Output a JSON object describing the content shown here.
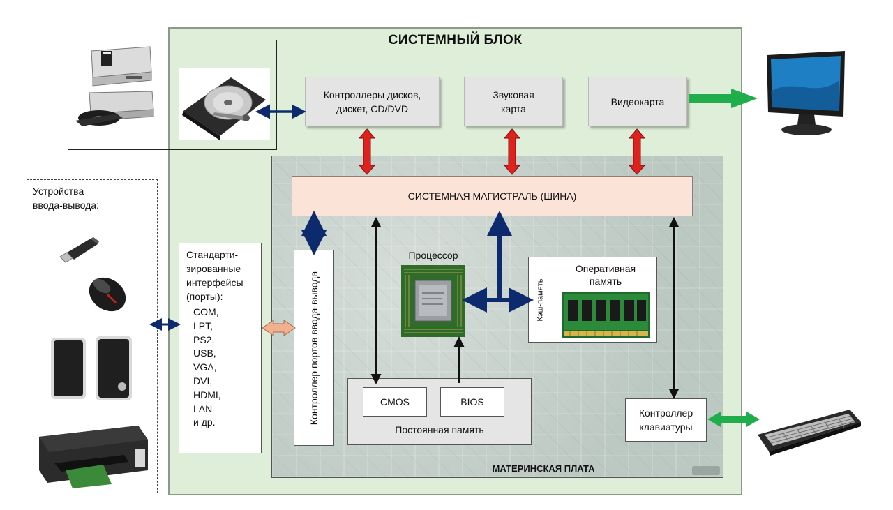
{
  "system_unit": {
    "title": "СИСТЕМНЫЙ БЛОК"
  },
  "motherboard": {
    "title": "МАТЕРИНСКАЯ ПЛАТА"
  },
  "expansion_cards": {
    "disk_controllers": {
      "line1": "Контроллеры дисков,",
      "line2": "дискет, CD/DVD"
    },
    "sound_card": {
      "line1": "Звуковая",
      "line2": "карта"
    },
    "video_card": {
      "label": "Видеокарта"
    }
  },
  "system_bus": {
    "label": "СИСТЕМНАЯ МАГИСТРАЛЬ (ШИНА)"
  },
  "port_controller": {
    "label": "Контроллер портов ввода-вывода"
  },
  "standard_interfaces": {
    "heading_lines": [
      "Стандарти-",
      "зированные",
      "интерфейсы",
      "(порты):"
    ],
    "ports": [
      "COM,",
      "LPT,",
      "PS2,",
      "USB,",
      "VGA,",
      "DVI,",
      "HDMI,",
      "LAN",
      "и др."
    ]
  },
  "processor": {
    "label": "Процессор"
  },
  "ram": {
    "cache_label": "Кэш-память",
    "line1": "Оперативная",
    "line2": "память"
  },
  "rom": {
    "label": "Постоянная память",
    "cmos": "CMOS",
    "bios": "BIOS"
  },
  "keyboard_controller": {
    "line1": "Контроллер",
    "line2": "клавиатуры"
  },
  "io_devices": {
    "line1": "Устройства",
    "line2": "ввода-вывода:"
  },
  "colors": {
    "red_arrow": "#e0221f",
    "navy_arrow": "#0d2a6e",
    "green_arrow": "#1fae4b",
    "salmon_arrow": "#f3b08f",
    "system_unit_bg": "#dfeed9",
    "bus_bg": "#fbe3d8"
  }
}
